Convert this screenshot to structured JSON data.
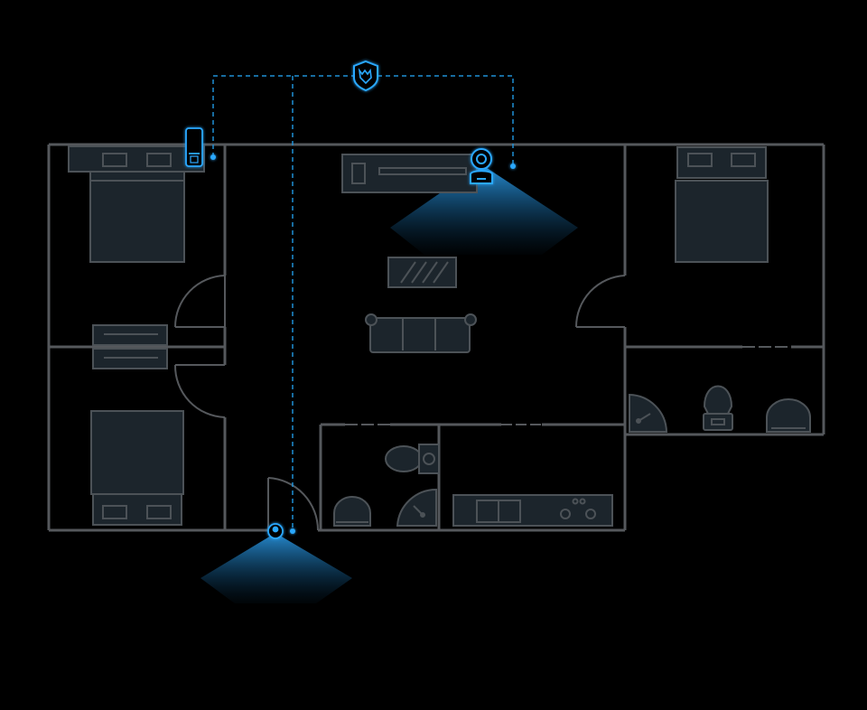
{
  "colors": {
    "background": "#000000",
    "wall": "#55585c",
    "furniture_fill": "#1c252c",
    "furniture_stroke": "#4c5257",
    "accent": "#1f8fd6",
    "accent_glow": "#2aa8ff"
  },
  "devices": {
    "hub": {
      "icon": "shield-icon"
    },
    "gateway": {
      "icon": "smart-gateway-icon"
    },
    "camera": {
      "icon": "security-camera-icon"
    },
    "door_sensor": {
      "icon": "motion-sensor-icon"
    }
  },
  "rooms": [
    "bedroom-top-left",
    "bedroom-bottom-left",
    "hallway",
    "living-room",
    "bedroom-right",
    "bathroom-right",
    "bathroom-small",
    "kitchen"
  ]
}
